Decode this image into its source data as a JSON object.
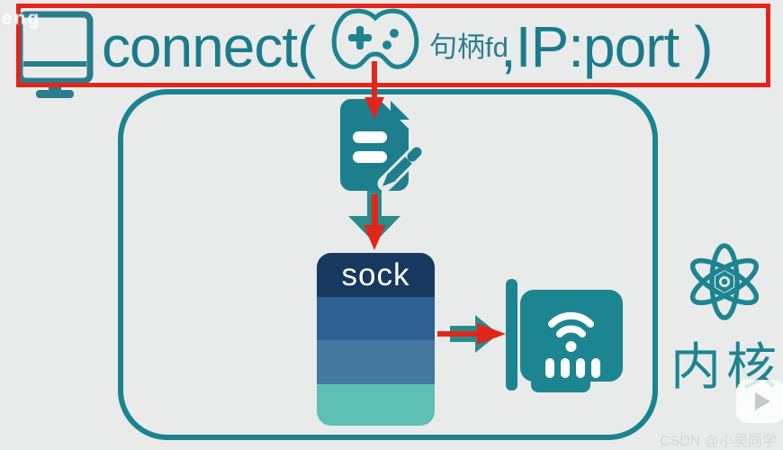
{
  "colors": {
    "teal": "#1d8591",
    "teal_text": "#1b7b8c",
    "red": "#e2251a",
    "background": "#e9ebeb",
    "sock_layers": [
      "#17395f",
      "#2e6093",
      "#44789f",
      "#5fc0b8"
    ]
  },
  "call_expression": {
    "function_open": "connect(",
    "fd_arg_label": "句柄fd",
    "args_rest": ",IP:port )"
  },
  "diagram": {
    "socket_label": "sock",
    "kernel_label": "内核"
  },
  "icons": {
    "monitor": "monitor-icon",
    "gamepad": "gamepad-icon",
    "document_edit": "document-edit-icon",
    "down_arrow": "down-arrow-icon",
    "right_arrow": "right-arrow-icon",
    "network_card": "network-card-icon",
    "atom": "atom-icon",
    "play": "play-icon"
  },
  "watermarks": {
    "top_left": "eng",
    "bottom_right": "CSDN @小吴同学"
  }
}
